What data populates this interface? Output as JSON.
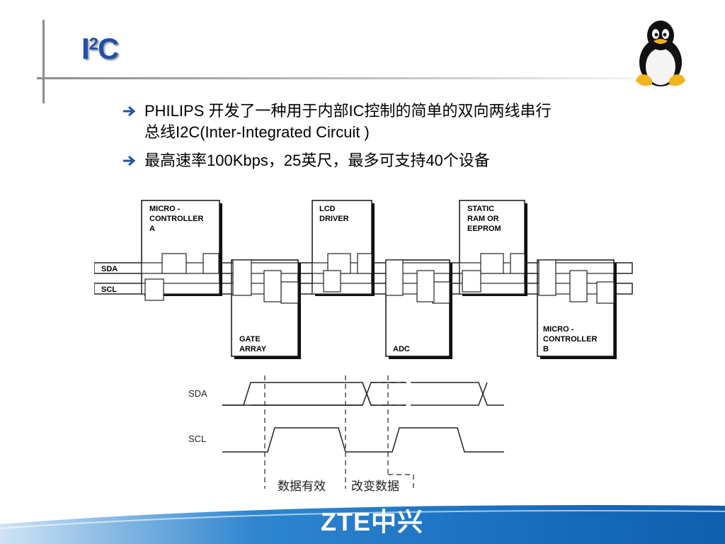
{
  "slide": {
    "title_main": "I",
    "title_sup": "2",
    "title_tail": "C",
    "bullets": [
      {
        "line1": "PHILIPS 开发了一种用于内部IC控制的简单的双向两线串行",
        "line2": "总线I2C(Inter-Integrated Circuit )"
      },
      {
        "line1": "最高速率100Kbps，25英尺，最多可支持40个设备"
      }
    ]
  },
  "bus_diagram": {
    "lines": {
      "sda": "SDA",
      "scl": "SCL"
    },
    "devices": [
      {
        "line1": "MICRO -",
        "line2": "CONTROLLER",
        "line3": "A"
      },
      {
        "line1": "LCD",
        "line2": "DRIVER"
      },
      {
        "line1": "STATIC",
        "line2": "RAM OR",
        "line3": "EEPROM"
      },
      {
        "line1": "GATE",
        "line2": "ARRAY"
      },
      {
        "line1": "ADC"
      },
      {
        "line1": "MICRO -",
        "line2": "CONTROLLER",
        "line3": "B"
      }
    ]
  },
  "timing_diagram": {
    "sda_label": "SDA",
    "scl_label": "SCL",
    "data_valid": "数据有效",
    "data_change": "改变数据"
  },
  "footer": {
    "logo": "ZTE中兴"
  },
  "colors": {
    "title": "#1f4fa8",
    "footer_blue": "#1a6fc0",
    "arrow_blue": "#1f4fa8"
  },
  "icons": {
    "bullet": "arrow-right-icon",
    "mascot": "tux-penguin-icon"
  }
}
